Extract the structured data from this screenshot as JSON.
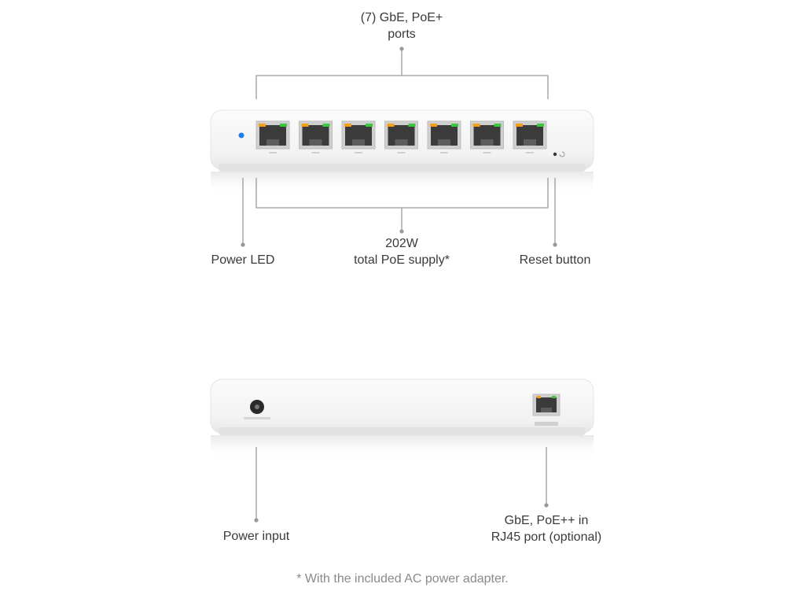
{
  "front": {
    "top_label": {
      "line1": "(7) GbE, PoE+",
      "line2": "ports"
    },
    "power_led_label": "Power LED",
    "supply_label": {
      "line1": "202W",
      "line2": "total PoE supply*"
    },
    "reset_label": "Reset button",
    "port_count": 7
  },
  "back": {
    "power_input_label": "Power input",
    "uplink_label": {
      "line1": "GbE, PoE++ in",
      "line2": "RJ45 port (optional)"
    }
  },
  "footnote": "* With the included AC power adapter.",
  "colors": {
    "led_blue": "#1e7cf0",
    "port_led_orange": "#f5a019",
    "port_led_green": "#3cc83c",
    "leader_line": "#9a9a9a",
    "device_body": "#f6f6f6"
  }
}
